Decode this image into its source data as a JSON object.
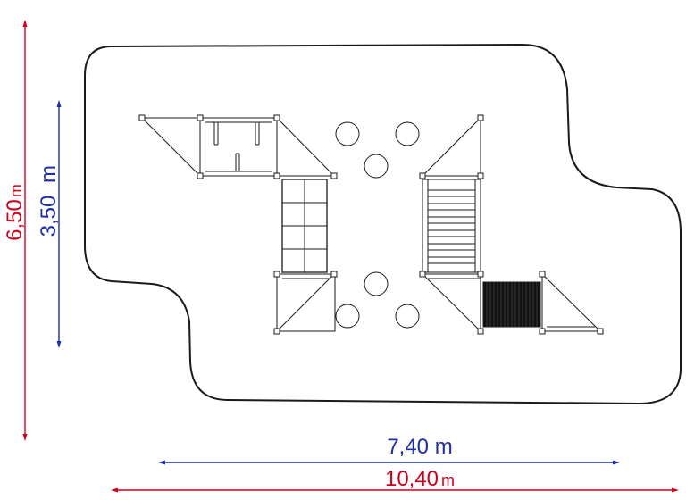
{
  "dimensions": {
    "total_height": "6,50",
    "inner_height": "3,50",
    "inner_width": "7,40 m",
    "total_width": "10,40",
    "unit": "m"
  },
  "colors": {
    "total_dimension": "#d0021b",
    "inner_dimension": "#1f2fa8",
    "outline": "#1a1a1a",
    "tunnel_fill": "#111111"
  }
}
